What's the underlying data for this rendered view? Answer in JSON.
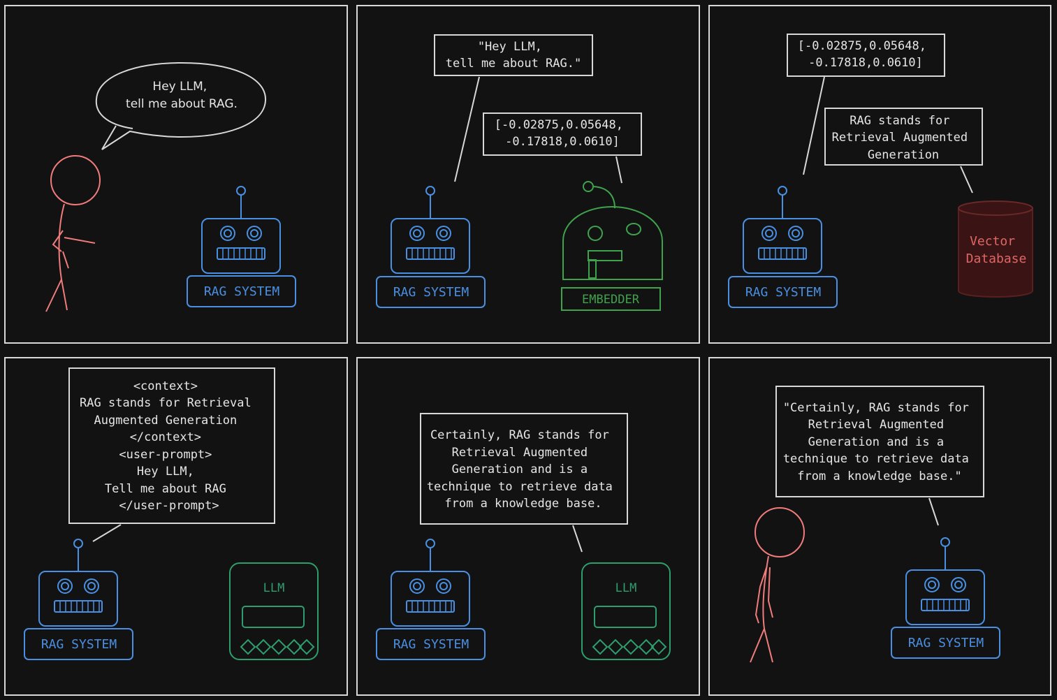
{
  "colors": {
    "background": "#121212",
    "frame": "#d8d8d8",
    "text": "#e6e6e6",
    "robot": "#4a90e2",
    "person": "#f07c7c",
    "embedder": "#3fa34d",
    "llm": "#2e9e6e",
    "database": "#e06666",
    "database_fill": "#3a1414"
  },
  "panel1": {
    "speech": [
      "Hey LLM,",
      "tell me about RAG."
    ],
    "robot_label": "RAG SYSTEM"
  },
  "panel2": {
    "prompt_box": [
      "\"Hey LLM,",
      "tell me about RAG.\""
    ],
    "vector_box": [
      "[-0.02875,0.05648,",
      "-0.17818,0.0610]"
    ],
    "robot_label": "RAG SYSTEM",
    "embedder_label": "EMBEDDER"
  },
  "panel3": {
    "vector_box": [
      "[-0.02875,0.05648,",
      "-0.17818,0.0610]"
    ],
    "result_box": [
      "RAG stands for",
      "Retrieval Augmented",
      "Generation"
    ],
    "robot_label": "RAG SYSTEM",
    "database_label": [
      "Vector",
      "Database"
    ]
  },
  "panel4": {
    "context_box": [
      "<context>",
      "RAG stands for Retrieval",
      "Augmented Generation",
      "</context>",
      "<user-prompt>",
      "Hey LLM,",
      "Tell me about RAG",
      "</user-prompt>"
    ],
    "robot_label": "RAG SYSTEM",
    "llm_label": "LLM"
  },
  "panel5": {
    "answer_box": [
      "Certainly, RAG stands for",
      "Retrieval Augmented",
      "Generation and is a",
      "technique to retrieve data",
      "from a knowledge base."
    ],
    "robot_label": "RAG SYSTEM",
    "llm_label": "LLM"
  },
  "panel6": {
    "answer_box": [
      "\"Certainly, RAG stands for",
      "Retrieval Augmented",
      "Generation and is a",
      "technique to retrieve data",
      "from a knowledge base.\""
    ],
    "robot_label": "RAG SYSTEM"
  }
}
